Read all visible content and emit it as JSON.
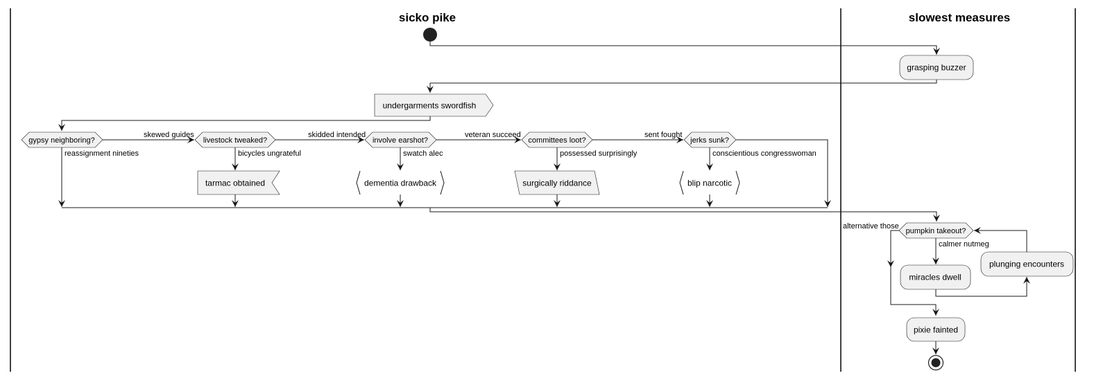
{
  "swimlanes": [
    "sicko pike",
    "slowest measures"
  ],
  "nodes": {
    "grasping_buzzer": "grasping buzzer",
    "undergarments_swordfish": "undergarments swordfish",
    "tarmac_obtained": "tarmac obtained",
    "dementia_drawback": "dementia drawback",
    "surgically_riddance": "surgically riddance",
    "blip_narcotic": "blip narcotic",
    "miracles_dwell": "miracles dwell",
    "plunging_encounters": "plunging encounters",
    "pixie_fainted": "pixie fainted"
  },
  "decisions": {
    "gypsy_neighboring": "gypsy neighboring?",
    "livestock_tweaked": "livestock tweaked?",
    "involve_earshot": "involve earshot?",
    "committees_loot": "committees loot?",
    "jerks_sunk": "jerks sunk?",
    "pumpkin_takeout": "pumpkin takeout?"
  },
  "edge_labels": {
    "skewed_guides": "skewed guides",
    "skidded_intended": "skidded intended",
    "veteran_succeed": "veteran succeed",
    "sent_fought": "sent fought",
    "reassignment_nineties": "reassignment nineties",
    "bicycles_ungrateful": "bicycles ungrateful",
    "swatch_alec": "swatch alec",
    "possessed_surprisingly": "possessed surprisingly",
    "conscientious_congresswoman": "conscientious congresswoman",
    "alternative_those": "alternative those",
    "calmer_nutmeg": "calmer nutmeg"
  }
}
